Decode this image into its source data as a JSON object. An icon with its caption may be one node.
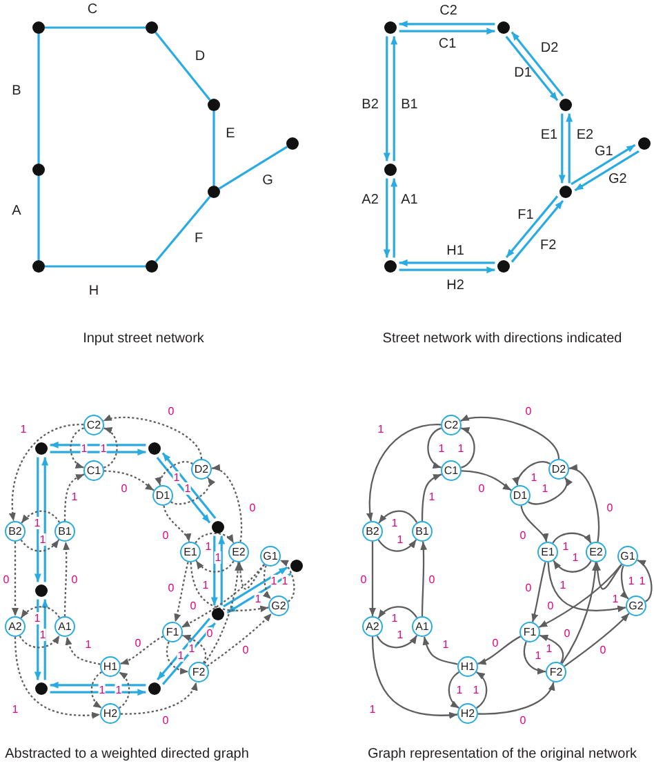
{
  "diagram": {
    "nodes": [
      {
        "text": [],
        "shape": "circle"
      },
      {
        "text": [],
        "shape": "circle"
      },
      {
        "text": [],
        "shape": "circle"
      },
      {
        "text": [],
        "shape": "circle"
      },
      {
        "text": [],
        "shape": "circle"
      },
      {
        "text": [],
        "shape": "circle"
      },
      {
        "text": [],
        "shape": "circle"
      },
      {
        "text": [],
        "shape": "circle"
      },
      {
        "text": [],
        "shape": "circle"
      },
      {
        "text": [],
        "shape": "circle"
      },
      {
        "text": [],
        "shape": "circle"
      },
      {
        "text": [],
        "shape": "circle"
      },
      {
        "text": [],
        "shape": "circle"
      },
      {
        "text": [],
        "shape": "circle"
      },
      {
        "text": [],
        "shape": "circle"
      },
      {
        "text": [],
        "shape": "circle"
      },
      {
        "text": [],
        "shape": "circle"
      },
      {
        "text": [],
        "shape": "circle"
      },
      {
        "text": [],
        "shape": "circle"
      },
      {
        "text": [],
        "shape": "circle"
      },
      {
        "text": [],
        "shape": "circle"
      },
      {
        "text": [],
        "shape": "circle"
      },
      {
        "text": [],
        "shape": "circle"
      },
      {
        "text": [],
        "shape": "circle"
      },
      {
        "text": [
          "C2"
        ]
      },
      {
        "text": [
          "C1"
        ]
      },
      {
        "text": [
          "D2"
        ]
      },
      {
        "text": [
          "D1"
        ]
      },
      {
        "text": [
          "B2"
        ]
      },
      {
        "text": [
          "B1"
        ]
      },
      {
        "text": [
          "E1"
        ]
      },
      {
        "text": [
          "E2"
        ]
      },
      {
        "text": [
          "G1"
        ]
      },
      {
        "text": [
          "G2"
        ]
      },
      {
        "text": [
          "A2"
        ]
      },
      {
        "text": [
          "A1"
        ]
      },
      {
        "text": [
          "F1"
        ]
      },
      {
        "text": [
          "F2"
        ]
      },
      {
        "text": [
          "H1"
        ]
      },
      {
        "text": [
          "H2"
        ]
      },
      {
        "text": [
          "C2"
        ]
      },
      {
        "text": [
          "C1"
        ]
      },
      {
        "text": [
          "D2"
        ]
      },
      {
        "text": [
          "D1"
        ]
      },
      {
        "text": [
          "B2"
        ]
      },
      {
        "text": [
          "B1"
        ]
      },
      {
        "text": [
          "E1"
        ]
      },
      {
        "text": [
          "E2"
        ]
      },
      {
        "text": [
          "G1"
        ]
      },
      {
        "text": [
          "G2"
        ]
      },
      {
        "text": [
          "A2"
        ]
      },
      {
        "text": [
          "A1"
        ]
      },
      {
        "text": [
          "F1"
        ]
      },
      {
        "text": [
          "F2"
        ]
      },
      {
        "text": [
          "H1"
        ]
      },
      {
        "text": [
          "H2"
        ]
      }
    ],
    "edges": [
      {
        "from": 4,
        "to": 6,
        "arrow": "none",
        "label": "A",
        "color": "#29abe2"
      },
      {
        "from": 0,
        "to": 4,
        "arrow": "none",
        "label": "B",
        "color": "#29abe2"
      },
      {
        "from": 0,
        "to": 1,
        "arrow": "none",
        "label": "C",
        "color": "#29abe2"
      },
      {
        "from": 1,
        "to": 2,
        "arrow": "none",
        "label": "D",
        "color": "#29abe2"
      },
      {
        "from": 2,
        "to": 5,
        "arrow": "none",
        "label": "E",
        "color": "#29abe2"
      },
      {
        "from": 5,
        "to": 7,
        "arrow": "none",
        "label": "F",
        "color": "#29abe2"
      },
      {
        "from": 5,
        "to": 3,
        "arrow": "none",
        "label": "G",
        "color": "#29abe2"
      },
      {
        "from": 6,
        "to": 7,
        "arrow": "none",
        "label": "H",
        "color": "#29abe2"
      },
      {
        "from": 14,
        "to": 12,
        "arrow": "to",
        "label": "A1",
        "color": "#29abe2"
      },
      {
        "from": 12,
        "to": 14,
        "arrow": "to",
        "label": "A2",
        "color": "#29abe2"
      },
      {
        "from": 12,
        "to": 8,
        "arrow": "to",
        "label": "B1",
        "color": "#29abe2"
      },
      {
        "from": 8,
        "to": 12,
        "arrow": "to",
        "label": "B2",
        "color": "#29abe2"
      },
      {
        "from": 8,
        "to": 9,
        "arrow": "to",
        "label": "C1",
        "color": "#29abe2"
      },
      {
        "from": 9,
        "to": 8,
        "arrow": "to",
        "label": "C2",
        "color": "#29abe2"
      },
      {
        "from": 9,
        "to": 10,
        "arrow": "to",
        "label": "D1",
        "color": "#29abe2"
      },
      {
        "from": 10,
        "to": 9,
        "arrow": "to",
        "label": "D2",
        "color": "#29abe2"
      },
      {
        "from": 10,
        "to": 13,
        "arrow": "to",
        "label": "E1",
        "color": "#29abe2"
      },
      {
        "from": 13,
        "to": 10,
        "arrow": "to",
        "label": "E2",
        "color": "#29abe2"
      },
      {
        "from": 13,
        "to": 15,
        "arrow": "to",
        "label": "F1",
        "color": "#29abe2"
      },
      {
        "from": 15,
        "to": 13,
        "arrow": "to",
        "label": "F2",
        "color": "#29abe2"
      },
      {
        "from": 13,
        "to": 11,
        "arrow": "to",
        "label": "G1",
        "color": "#29abe2"
      },
      {
        "from": 11,
        "to": 13,
        "arrow": "to",
        "label": "G2",
        "color": "#29abe2"
      },
      {
        "from": 15,
        "to": 14,
        "arrow": "to",
        "label": "H1",
        "color": "#29abe2"
      },
      {
        "from": 14,
        "to": 15,
        "arrow": "to",
        "label": "H2",
        "color": "#29abe2"
      },
      {
        "from": 22,
        "to": 20,
        "arrow": "to",
        "color": "#29abe2"
      },
      {
        "from": 20,
        "to": 22,
        "arrow": "to",
        "color": "#29abe2"
      },
      {
        "from": 20,
        "to": 16,
        "arrow": "to",
        "color": "#29abe2"
      },
      {
        "from": 16,
        "to": 20,
        "arrow": "to",
        "color": "#29abe2"
      },
      {
        "from": 16,
        "to": 17,
        "arrow": "to",
        "color": "#29abe2"
      },
      {
        "from": 17,
        "to": 16,
        "arrow": "to",
        "color": "#29abe2"
      },
      {
        "from": 17,
        "to": 18,
        "arrow": "to",
        "color": "#29abe2"
      },
      {
        "from": 18,
        "to": 17,
        "arrow": "to",
        "color": "#29abe2"
      },
      {
        "from": 18,
        "to": 21,
        "arrow": "to",
        "color": "#29abe2"
      },
      {
        "from": 21,
        "to": 18,
        "arrow": "to",
        "color": "#29abe2"
      },
      {
        "from": 21,
        "to": 23,
        "arrow": "to",
        "color": "#29abe2"
      },
      {
        "from": 23,
        "to": 21,
        "arrow": "to",
        "color": "#29abe2"
      },
      {
        "from": 21,
        "to": 19,
        "arrow": "to",
        "color": "#29abe2"
      },
      {
        "from": 19,
        "to": 21,
        "arrow": "to",
        "color": "#29abe2"
      },
      {
        "from": 23,
        "to": 22,
        "arrow": "to",
        "color": "#29abe2"
      },
      {
        "from": 22,
        "to": 23,
        "arrow": "to",
        "color": "#29abe2"
      },
      {
        "from": 24,
        "to": 28,
        "arrow": "to",
        "label": "1",
        "style": "dashed"
      },
      {
        "from": 24,
        "to": 25,
        "arrow": "to",
        "label": "1",
        "style": "dashed"
      },
      {
        "from": 25,
        "to": 24,
        "arrow": "to",
        "label": "1",
        "style": "dashed"
      },
      {
        "from": 25,
        "to": 27,
        "arrow": "to",
        "label": "0",
        "style": "dashed"
      },
      {
        "from": 26,
        "to": 24,
        "arrow": "to",
        "label": "0",
        "style": "dashed"
      },
      {
        "from": 26,
        "to": 27,
        "arrow": "to",
        "label": "1",
        "style": "dashed"
      },
      {
        "from": 27,
        "to": 26,
        "arrow": "to",
        "label": "1",
        "style": "dashed"
      },
      {
        "from": 27,
        "to": 30,
        "arrow": "to",
        "label": "0",
        "style": "dashed"
      },
      {
        "from": 31,
        "to": 26,
        "arrow": "to",
        "label": "0",
        "style": "dashed"
      },
      {
        "from": 30,
        "to": 31,
        "arrow": "to",
        "label": "1",
        "style": "dashed"
      },
      {
        "from": 31,
        "to": 30,
        "arrow": "to",
        "label": "1",
        "style": "dashed"
      },
      {
        "from": 30,
        "to": 36,
        "arrow": "to",
        "label": "0",
        "style": "dashed"
      },
      {
        "from": 30,
        "to": 33,
        "arrow": "to",
        "label": "1",
        "style": "dashed"
      },
      {
        "from": 32,
        "to": 36,
        "arrow": "to",
        "label": "0",
        "style": "dashed"
      },
      {
        "from": 32,
        "to": 31,
        "arrow": "to",
        "label": "1",
        "style": "dashed"
      },
      {
        "from": 32,
        "to": 33,
        "arrow": "to",
        "label": "1",
        "style": "dashed"
      },
      {
        "from": 33,
        "to": 32,
        "arrow": "to",
        "label": "1",
        "style": "dashed"
      },
      {
        "from": 37,
        "to": 31,
        "arrow": "to",
        "label": "0",
        "style": "dashed"
      },
      {
        "from": 37,
        "to": 33,
        "arrow": "to",
        "label": "0",
        "style": "dashed"
      },
      {
        "from": 37,
        "to": 36,
        "arrow": "to",
        "label": "1",
        "style": "dashed"
      },
      {
        "from": 36,
        "to": 37,
        "arrow": "to",
        "label": "1",
        "style": "dashed"
      },
      {
        "from": 36,
        "to": 38,
        "arrow": "to",
        "label": "0",
        "style": "dashed"
      },
      {
        "from": 39,
        "to": 37,
        "arrow": "to",
        "label": "0",
        "style": "dashed"
      },
      {
        "from": 38,
        "to": 39,
        "arrow": "to",
        "label": "1",
        "style": "dashed"
      },
      {
        "from": 39,
        "to": 38,
        "arrow": "to",
        "label": "1",
        "style": "dashed"
      },
      {
        "from": 38,
        "to": 35,
        "arrow": "to",
        "label": "1",
        "style": "dashed"
      },
      {
        "from": 34,
        "to": 39,
        "arrow": "to",
        "label": "1",
        "style": "dashed"
      },
      {
        "from": 34,
        "to": 35,
        "arrow": "to",
        "label": "1",
        "style": "dashed"
      },
      {
        "from": 35,
        "to": 34,
        "arrow": "to",
        "label": "1",
        "style": "dashed"
      },
      {
        "from": 35,
        "to": 29,
        "arrow": "to",
        "label": "0",
        "style": "dashed"
      },
      {
        "from": 28,
        "to": 34,
        "arrow": "to",
        "label": "0",
        "style": "dashed"
      },
      {
        "from": 28,
        "to": 29,
        "arrow": "to",
        "label": "1",
        "style": "dashed"
      },
      {
        "from": 29,
        "to": 28,
        "arrow": "to",
        "label": "1",
        "style": "dashed"
      },
      {
        "from": 29,
        "to": 25,
        "arrow": "to",
        "label": "1",
        "style": "dashed"
      },
      {
        "from": 40,
        "to": 44,
        "arrow": "to",
        "label": "1"
      },
      {
        "from": 40,
        "to": 41,
        "arrow": "to",
        "label": "1"
      },
      {
        "from": 41,
        "to": 40,
        "arrow": "to",
        "label": "1"
      },
      {
        "from": 41,
        "to": 43,
        "arrow": "to",
        "label": "0"
      },
      {
        "from": 42,
        "to": 40,
        "arrow": "to",
        "label": "0"
      },
      {
        "from": 42,
        "to": 43,
        "arrow": "to",
        "label": "1"
      },
      {
        "from": 43,
        "to": 42,
        "arrow": "to",
        "label": "1"
      },
      {
        "from": 43,
        "to": 46,
        "arrow": "to",
        "label": "0"
      },
      {
        "from": 47,
        "to": 42,
        "arrow": "to",
        "label": "0"
      },
      {
        "from": 46,
        "to": 47,
        "arrow": "to",
        "label": "1"
      },
      {
        "from": 47,
        "to": 46,
        "arrow": "to",
        "label": "1"
      },
      {
        "from": 46,
        "to": 52,
        "arrow": "to",
        "label": "0"
      },
      {
        "from": 46,
        "to": 49,
        "arrow": "to",
        "label": "1"
      },
      {
        "from": 48,
        "to": 52,
        "arrow": "to",
        "label": "0"
      },
      {
        "from": 48,
        "to": 47,
        "arrow": "to",
        "label": "1"
      },
      {
        "from": 48,
        "to": 49,
        "arrow": "to",
        "label": "1"
      },
      {
        "from": 49,
        "to": 48,
        "arrow": "to",
        "label": "1"
      },
      {
        "from": 53,
        "to": 47,
        "arrow": "to",
        "label": "0"
      },
      {
        "from": 53,
        "to": 49,
        "arrow": "to",
        "label": "0"
      },
      {
        "from": 53,
        "to": 52,
        "arrow": "to",
        "label": "1"
      },
      {
        "from": 52,
        "to": 53,
        "arrow": "to",
        "label": "1"
      },
      {
        "from": 52,
        "to": 54,
        "arrow": "to",
        "label": "0"
      },
      {
        "from": 55,
        "to": 53,
        "arrow": "to",
        "label": "0"
      },
      {
        "from": 54,
        "to": 55,
        "arrow": "to",
        "label": "1"
      },
      {
        "from": 55,
        "to": 54,
        "arrow": "to",
        "label": "1"
      },
      {
        "from": 54,
        "to": 51,
        "arrow": "to",
        "label": "1"
      },
      {
        "from": 50,
        "to": 55,
        "arrow": "to",
        "label": "1"
      },
      {
        "from": 50,
        "to": 51,
        "arrow": "to",
        "label": "1"
      },
      {
        "from": 51,
        "to": 50,
        "arrow": "to",
        "label": "1"
      },
      {
        "from": 51,
        "to": 45,
        "arrow": "to",
        "label": "0"
      },
      {
        "from": 44,
        "to": 50,
        "arrow": "to",
        "label": "0"
      },
      {
        "from": 44,
        "to": 45,
        "arrow": "to",
        "label": "1"
      },
      {
        "from": 45,
        "to": 44,
        "arrow": "to",
        "label": "1"
      },
      {
        "from": 45,
        "to": 41,
        "arrow": "to",
        "label": "1"
      }
    ],
    "labels": [
      "Input street network",
      "Street network with directions indicated",
      "Abstracted to a weighted directed graph",
      "Graph representation of the original network"
    ]
  }
}
